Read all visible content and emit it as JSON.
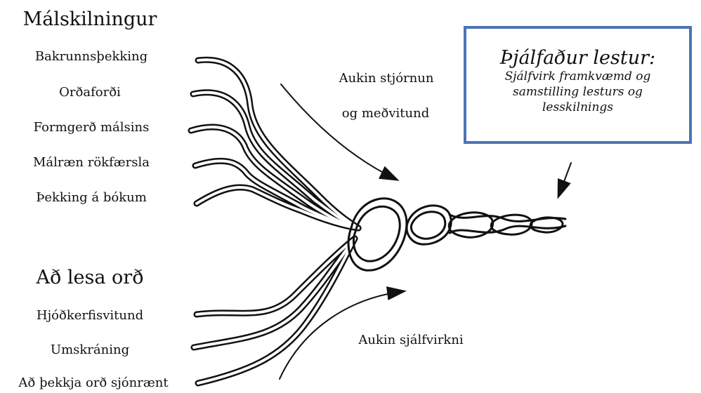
{
  "language_comprehension": {
    "heading": "Málskilningur",
    "items": [
      "Bakrunnsþekking",
      "Orðaforði",
      "Formgerð málsins",
      "Málræn rökfærsla",
      "Þekking á bókum"
    ]
  },
  "word_recognition": {
    "heading": "Að lesa orð",
    "items": [
      "Hjóðkerfisvitund",
      "Umskráning",
      "Að þekkja orð sjónrænt"
    ]
  },
  "annotations": {
    "strategic_line1": "Aukin stjórnun",
    "strategic_line2": "og meðvitund",
    "automatic": "Aukin sjálfvirkni"
  },
  "skilled_reading": {
    "title": "Þjálfaður lestur:",
    "description": "Sjálfvirk framkvæmd og samstilling lesturs og lesskilnings"
  },
  "colors": {
    "box_border": "#4b74b6",
    "ink": "#111111"
  }
}
